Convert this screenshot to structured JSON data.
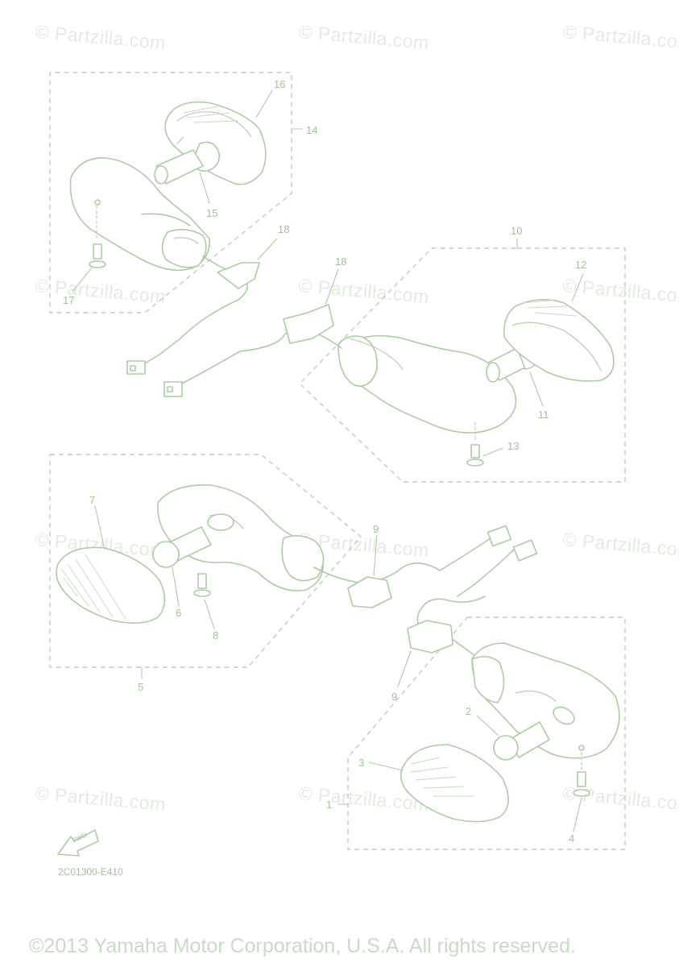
{
  "watermark_text": "© Partzilla.com",
  "diagram_code": "2C01300-E410",
  "copyright": "©2013 Yamaha Motor Corporation, U.S.A. All rights reserved.",
  "fwd_label": "FWD",
  "callouts": {
    "c1": "1",
    "c2": "2",
    "c3": "3",
    "c4": "4",
    "c5": "5",
    "c6": "6",
    "c7": "7",
    "c8": "8",
    "c9a": "9",
    "c9b": "9",
    "c10": "10",
    "c11": "11",
    "c12": "12",
    "c13": "13",
    "c14": "14",
    "c15": "15",
    "c16": "16",
    "c17": "17",
    "c18a": "18",
    "c18b": "18"
  },
  "colors": {
    "line": "#aecba6",
    "text": "#9fc298",
    "watermark": "#e2ece0"
  }
}
